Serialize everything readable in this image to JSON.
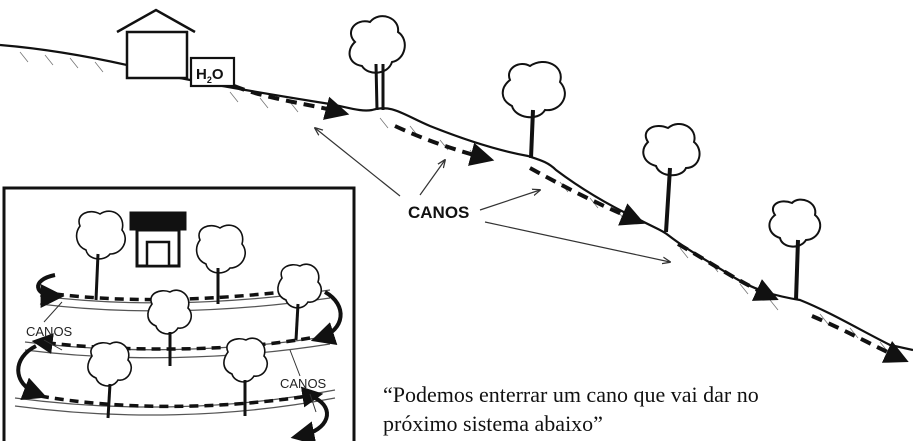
{
  "main_label": "CANOS",
  "inset": {
    "label_left": "CANOS",
    "label_right": "CANOS"
  },
  "tank": {
    "label": "H",
    "subscript": "2",
    "suffix": "O"
  },
  "caption": {
    "line1": "“Podemos enterrar um cano que vai dar no",
    "line2": "próximo sistema abaixo”"
  }
}
